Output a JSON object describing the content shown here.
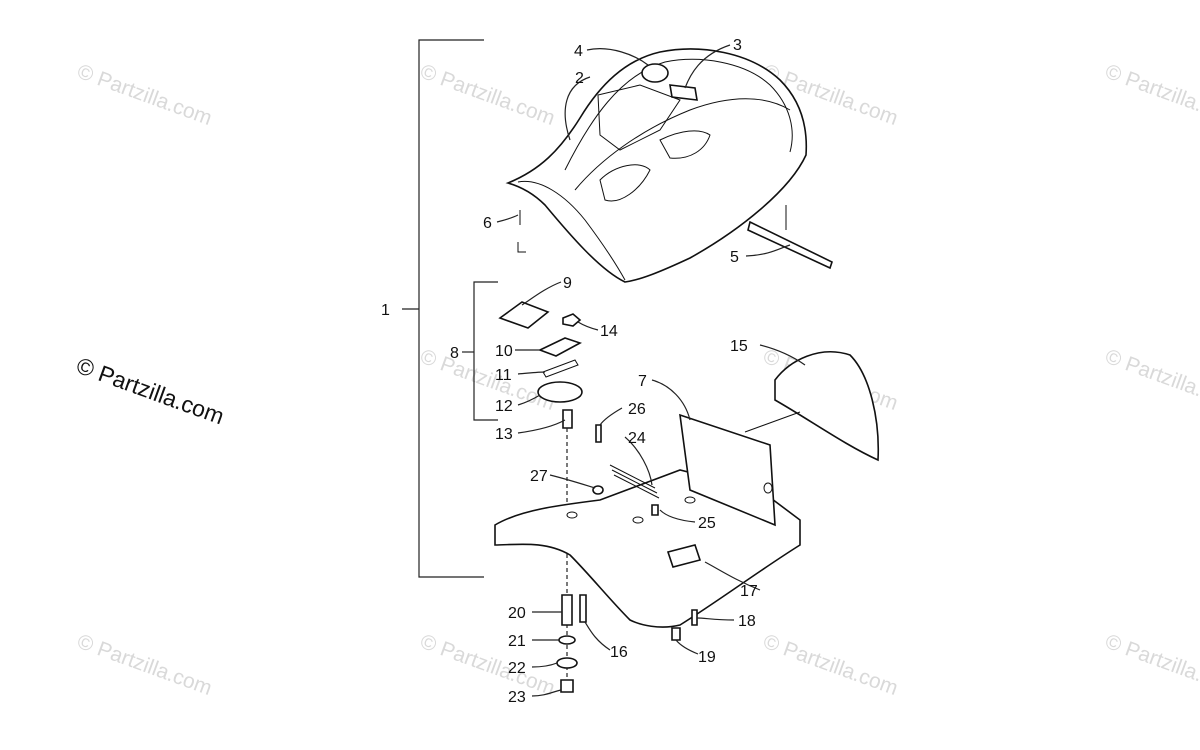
{
  "watermarks": [
    "© Partzilla.com",
    "© Partzilla.com",
    "© Partzilla.com",
    "© Partzilla.com",
    "© Partzilla.com",
    "© Partzilla.com",
    "© Partzilla.com",
    "© Partzilla.com",
    "© Partzilla.com",
    "© Partzilla.com",
    "© Partzilla.com"
  ],
  "main_watermark": "© Partzilla.com",
  "callouts": [
    "1",
    "2",
    "3",
    "4",
    "5",
    "6",
    "7",
    "8",
    "9",
    "10",
    "11",
    "12",
    "13",
    "14",
    "15",
    "16",
    "17",
    "18",
    "19",
    "20",
    "21",
    "22",
    "23",
    "24",
    "25",
    "26",
    "27"
  ],
  "colors": {
    "line": "#111111",
    "watermark": "#d9d9d9",
    "background": "#ffffff"
  }
}
